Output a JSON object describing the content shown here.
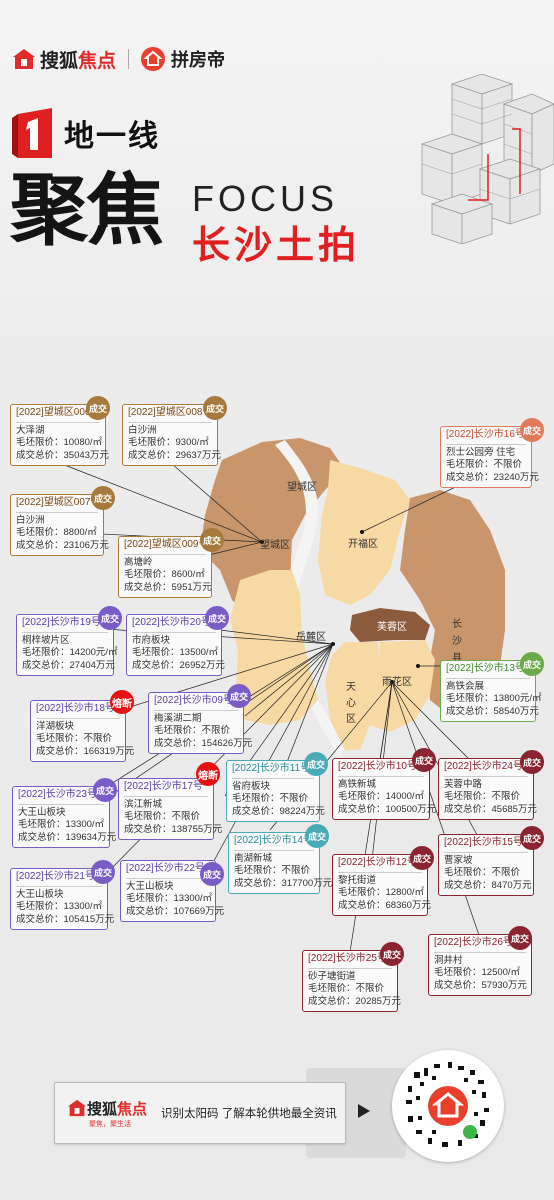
{
  "header": {
    "brand1_part1": "搜狐",
    "brand1_part2": "焦点",
    "brand2": "拼房帝",
    "line1": "地一线",
    "big_title": "聚焦",
    "focus": "FOCUS",
    "city_title": "长沙土拍"
  },
  "districts": {
    "wangcheng_top": "望城区",
    "wangcheng": "望城区",
    "kaifu": "开福区",
    "furong": "芙蓉区",
    "yuelu": "岳麓区",
    "changsha_1": "长",
    "changsha_2": "沙",
    "changsha_3": "县",
    "tianxin_1": "天",
    "tianxin_2": "心",
    "tianxin_3": "区",
    "yuhua": "雨花区"
  },
  "status": {
    "deal": "成交",
    "circuit": "熔断"
  },
  "lots": [
    {
      "id": "[2022]望城区006号",
      "name": "大泽湖",
      "price": "毛坯限价：10080/㎡",
      "total": "成交总价：35043万元"
    },
    {
      "id": "[2022]望城区008号",
      "name": "白沙洲",
      "price": "毛坯限价：9300/㎡",
      "total": "成交总价：29637万元"
    },
    {
      "id": "[2022]长沙市16号",
      "name": "烈士公园旁 住宅",
      "price": "毛坯限价：不限价",
      "total": "成交总价：23240万元"
    },
    {
      "id": "[2022]望城区007号",
      "name": "白沙洲",
      "price": "毛坯限价：8800/㎡",
      "total": "成交总价：23106万元"
    },
    {
      "id": "[2022]望城区009号",
      "name": "高塘岭",
      "price": "毛坯限价：8600/㎡",
      "total": "成交总价：5951万元"
    },
    {
      "id": "[2022]长沙市19号",
      "name": "桐梓坡片区",
      "price": "毛坯限价：14200元/㎡",
      "total": "成交总价：27404万元"
    },
    {
      "id": "[2022]长沙市20号",
      "name": "市府板块",
      "price": "毛坯限价：13500/㎡",
      "total": "成交总价：26952万元"
    },
    {
      "id": "[2022]长沙市13号",
      "name": "高铁会展",
      "price": "毛坯限价：13800元/㎡",
      "total": "成交总价：58540万元"
    },
    {
      "id": "[2022]长沙市18号",
      "name": "洋湖板块",
      "price": "毛坯限价：不限价",
      "total": "成交总价：166319万元"
    },
    {
      "id": "[2022]长沙市09号",
      "name": "梅溪湖二期",
      "price": "毛坯限价：不限价",
      "total": "成交总价：154626万元"
    },
    {
      "id": "[2022]长沙市11号",
      "name": "省府板块",
      "price": "毛坯限价：不限价",
      "total": "成交总价：98224万元"
    },
    {
      "id": "[2022]长沙市10号",
      "name": "高铁新城",
      "price": "毛坯限价：14000/㎡",
      "total": "成交总价：100500万元"
    },
    {
      "id": "[2022]长沙市24号",
      "name": "芙蓉中路",
      "price": "毛坯限价：不限价",
      "total": "成交总价：45685万元"
    },
    {
      "id": "[2022]长沙市23号",
      "name": "大王山板块",
      "price": "毛坯限价：13300/㎡",
      "total": "成交总价：139634万元"
    },
    {
      "id": "[2022]长沙市17号",
      "name": "滨江新城",
      "price": "毛坯限价：不限价",
      "total": "成交总价：138755万元"
    },
    {
      "id": "[2022]长沙市14号",
      "name": "南湖新城",
      "price": "毛坯限价：不限价",
      "total": "成交总价：317700万元"
    },
    {
      "id": "[2022]长沙市15号",
      "name": "曹家坡",
      "price": "毛坯限价：不限价",
      "total": "成交总价：8470万元"
    },
    {
      "id": "[2022]长沙市21号",
      "name": "大王山板块",
      "price": "毛坯限价：13300/㎡",
      "total": "成交总价：105415万元"
    },
    {
      "id": "[2022]长沙市22号",
      "name": "大王山板块",
      "price": "毛坯限价：13300/㎡",
      "total": "成交总价：107669万元"
    },
    {
      "id": "[2022]长沙市12号",
      "name": "黎托街道",
      "price": "毛坯限价：12800/㎡",
      "total": "成交总价：68360万元"
    },
    {
      "id": "[2022]长沙市26号",
      "name": "洞井村",
      "price": "毛坯限价：12500/㎡",
      "total": "成交总价：57930万元"
    },
    {
      "id": "[2022]长沙市25号",
      "name": "砂子塘街道",
      "price": "毛坯限价：不限价",
      "total": "成交总价：20285万元"
    }
  ],
  "footer": {
    "logo1": "搜狐",
    "logo2": "焦点",
    "slogan": "聚焦，聚生活",
    "text": "识别太阳码  了解本轮供地最全资讯"
  },
  "colors": {
    "accent_red": "#e02020",
    "wangcheng_brown": "#c9956a",
    "light_tan": "#f7d9a4",
    "furong_dark": "#8c5a3c"
  }
}
